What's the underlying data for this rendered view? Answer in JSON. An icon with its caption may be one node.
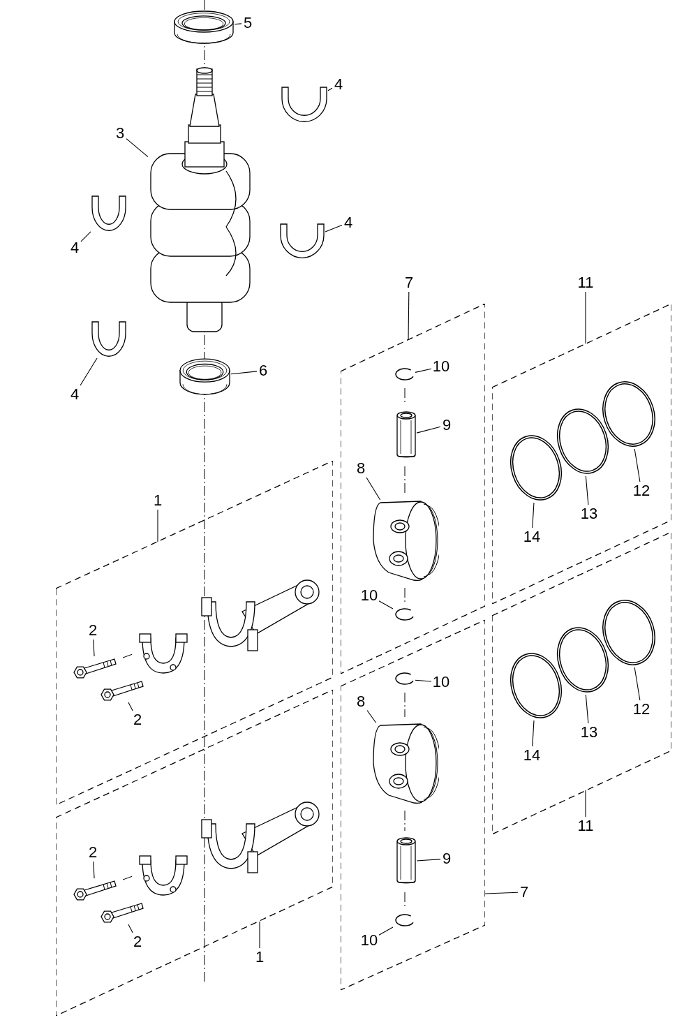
{
  "diagram": {
    "nodes": [
      {
        "text": [],
        "shape": "picture"
      },
      {
        "text": [
          "5"
        ]
      },
      {
        "text": [],
        "shape": "picture"
      },
      {
        "text": [
          "4"
        ]
      },
      {
        "text": [
          "3"
        ]
      },
      {
        "text": [],
        "shape": "picture"
      },
      {
        "text": [],
        "shape": "picture"
      },
      {
        "text": [
          "4"
        ]
      },
      {
        "text": [],
        "shape": "picture"
      },
      {
        "text": [
          "4"
        ]
      },
      {
        "text": [],
        "shape": "picture"
      },
      {
        "text": [
          "4"
        ]
      },
      {
        "text": [],
        "shape": "picture"
      },
      {
        "text": [
          "6"
        ]
      },
      {
        "text": [
          "7"
        ]
      },
      {
        "text": [],
        "shape": "box"
      },
      {
        "text": [],
        "shape": "picture",
        "in": 15
      },
      {
        "text": [
          "10"
        ],
        "in": 15
      },
      {
        "text": [],
        "shape": "picture",
        "in": 15
      },
      {
        "text": [
          "9"
        ],
        "in": 15
      },
      {
        "text": [
          "8"
        ],
        "in": 15
      },
      {
        "text": [],
        "shape": "picture",
        "in": 15
      },
      {
        "text": [
          "10"
        ],
        "in": 15
      },
      {
        "text": [],
        "shape": "picture",
        "in": 15
      },
      {
        "text": [
          "11"
        ]
      },
      {
        "text": [],
        "shape": "box"
      },
      {
        "text": [],
        "shape": "picture",
        "in": 25
      },
      {
        "text": [],
        "shape": "picture",
        "in": 25
      },
      {
        "text": [],
        "shape": "picture",
        "in": 25
      },
      {
        "text": [
          "12"
        ],
        "in": 25
      },
      {
        "text": [
          "13"
        ],
        "in": 25
      },
      {
        "text": [
          "14"
        ],
        "in": 25
      },
      {
        "text": [
          "1"
        ]
      },
      {
        "text": [],
        "shape": "box"
      },
      {
        "text": [],
        "shape": "picture",
        "in": 33
      },
      {
        "text": [],
        "shape": "picture",
        "in": 33
      },
      {
        "text": [
          "2"
        ],
        "in": 33
      },
      {
        "text": [],
        "shape": "picture",
        "in": 33
      },
      {
        "text": [],
        "shape": "picture",
        "in": 33
      },
      {
        "text": [
          "2"
        ],
        "in": 33
      },
      {
        "text": [],
        "shape": "box"
      },
      {
        "text": [],
        "shape": "picture",
        "in": 40
      },
      {
        "text": [
          "10"
        ],
        "in": 40
      },
      {
        "text": [
          "8"
        ],
        "in": 40
      },
      {
        "text": [],
        "shape": "picture",
        "in": 40
      },
      {
        "text": [],
        "shape": "picture",
        "in": 40
      },
      {
        "text": [
          "9"
        ],
        "in": 40
      },
      {
        "text": [],
        "shape": "picture",
        "in": 40
      },
      {
        "text": [
          "10"
        ],
        "in": 40
      },
      {
        "text": [
          "7"
        ]
      },
      {
        "text": [],
        "shape": "box"
      },
      {
        "text": [],
        "shape": "picture",
        "in": 50
      },
      {
        "text": [],
        "shape": "picture",
        "in": 50
      },
      {
        "text": [],
        "shape": "picture",
        "in": 50
      },
      {
        "text": [
          "12"
        ],
        "in": 50
      },
      {
        "text": [
          "13"
        ],
        "in": 50
      },
      {
        "text": [
          "14"
        ],
        "in": 50
      },
      {
        "text": [
          "11"
        ]
      },
      {
        "text": [],
        "shape": "box"
      },
      {
        "text": [],
        "shape": "picture",
        "in": 58
      },
      {
        "text": [],
        "shape": "picture",
        "in": 58
      },
      {
        "text": [
          "2"
        ],
        "in": 58
      },
      {
        "text": [],
        "shape": "picture",
        "in": 58
      },
      {
        "text": [],
        "shape": "picture",
        "in": 58
      },
      {
        "text": [
          "2"
        ],
        "in": 58
      },
      {
        "text": [
          "1"
        ]
      }
    ],
    "edges": [
      {
        "from": 1,
        "to": 0,
        "arrow": "none"
      },
      {
        "from": 3,
        "to": 2,
        "arrow": "none"
      },
      {
        "from": 4,
        "to": 5,
        "arrow": "none"
      },
      {
        "from": 7,
        "to": 6,
        "arrow": "none"
      },
      {
        "from": 9,
        "to": 8,
        "arrow": "none"
      },
      {
        "from": 11,
        "to": 10,
        "arrow": "none"
      },
      {
        "from": 13,
        "to": 12,
        "arrow": "none"
      },
      {
        "from": 14,
        "to": 15,
        "arrow": "none"
      },
      {
        "from": 17,
        "to": 16,
        "arrow": "none"
      },
      {
        "from": 19,
        "to": 18,
        "arrow": "none"
      },
      {
        "from": 20,
        "to": 21,
        "arrow": "none"
      },
      {
        "from": 22,
        "to": 23,
        "arrow": "none"
      },
      {
        "from": 24,
        "to": 25,
        "arrow": "none"
      },
      {
        "from": 29,
        "to": 28,
        "arrow": "none"
      },
      {
        "from": 30,
        "to": 27,
        "arrow": "none"
      },
      {
        "from": 31,
        "to": 26,
        "arrow": "none"
      },
      {
        "from": 32,
        "to": 33,
        "arrow": "none"
      },
      {
        "from": 36,
        "to": 37,
        "arrow": "none"
      },
      {
        "from": 39,
        "to": 38,
        "arrow": "none"
      },
      {
        "from": 42,
        "to": 41,
        "arrow": "none"
      },
      {
        "from": 43,
        "to": 44,
        "arrow": "none"
      },
      {
        "from": 46,
        "to": 45,
        "arrow": "none"
      },
      {
        "from": 48,
        "to": 47,
        "arrow": "none"
      },
      {
        "from": 49,
        "to": 40,
        "arrow": "none"
      },
      {
        "from": 54,
        "to": 53,
        "arrow": "none"
      },
      {
        "from": 55,
        "to": 52,
        "arrow": "none"
      },
      {
        "from": 56,
        "to": 51,
        "arrow": "none"
      },
      {
        "from": 57,
        "to": 50,
        "arrow": "none"
      },
      {
        "from": 61,
        "to": 62,
        "arrow": "none"
      },
      {
        "from": 64,
        "to": 63,
        "arrow": "none"
      },
      {
        "from": 65,
        "to": 58,
        "arrow": "none"
      }
    ]
  }
}
